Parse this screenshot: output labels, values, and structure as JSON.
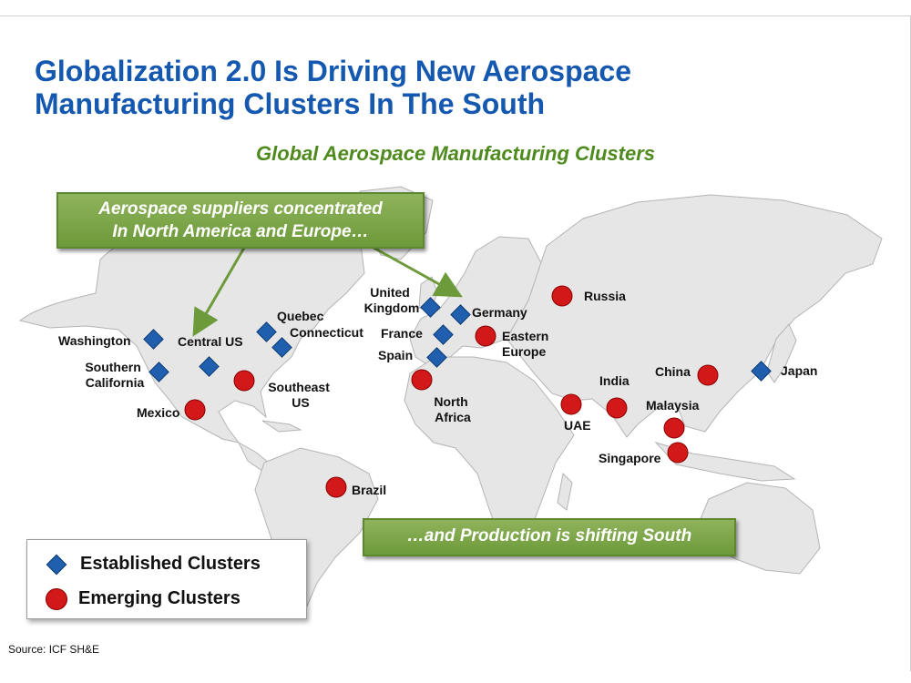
{
  "title_lines": [
    "Globalization 2.0 Is Driving New Aerospace",
    "Manufacturing Clusters In The South"
  ],
  "subtitle": "Global Aerospace Manufacturing Clusters",
  "callout_top_lines": [
    "Aerospace suppliers concentrated",
    "In North America and Europe…"
  ],
  "callout_bottom": "…and Production is shifting South",
  "legend": {
    "established": "Established Clusters",
    "emerging": "Emerging Clusters"
  },
  "source": "Source: ICF SH&E",
  "colors": {
    "title": "#1558b0",
    "subtitle": "#4e8a1e",
    "established": "#1f5fae",
    "emerging": "#d21818",
    "callout": "#7aa646",
    "land": "#e6e6e6"
  },
  "markers": {
    "established": [
      {
        "id": "washington",
        "label_lines": [
          "Washington"
        ]
      },
      {
        "id": "southern-california",
        "label_lines": [
          "Southern",
          "California"
        ]
      },
      {
        "id": "central-us",
        "label_lines": [
          "Central US"
        ]
      },
      {
        "id": "quebec",
        "label_lines": [
          "Quebec"
        ]
      },
      {
        "id": "connecticut",
        "label_lines": [
          "Connecticut"
        ]
      },
      {
        "id": "united-kingdom",
        "label_lines": [
          "United",
          "Kingdom"
        ]
      },
      {
        "id": "germany",
        "label_lines": [
          "Germany"
        ]
      },
      {
        "id": "france",
        "label_lines": [
          "France"
        ]
      },
      {
        "id": "spain",
        "label_lines": [
          "Spain"
        ]
      },
      {
        "id": "japan",
        "label_lines": [
          "Japan"
        ]
      }
    ],
    "emerging": [
      {
        "id": "southeast-us",
        "label_lines": [
          "Southeast",
          "US"
        ]
      },
      {
        "id": "mexico",
        "label_lines": [
          "Mexico"
        ]
      },
      {
        "id": "brazil",
        "label_lines": [
          "Brazil"
        ]
      },
      {
        "id": "north-africa",
        "label_lines": [
          "North",
          "Africa"
        ]
      },
      {
        "id": "eastern-europe",
        "label_lines": [
          "Eastern",
          "Europe"
        ]
      },
      {
        "id": "russia",
        "label_lines": [
          "Russia"
        ]
      },
      {
        "id": "uae",
        "label_lines": [
          "UAE"
        ]
      },
      {
        "id": "india",
        "label_lines": [
          "India"
        ]
      },
      {
        "id": "china",
        "label_lines": [
          "China"
        ]
      },
      {
        "id": "malaysia",
        "label_lines": [
          "Malaysia"
        ]
      },
      {
        "id": "singapore",
        "label_lines": [
          "Singapore"
        ]
      }
    ]
  }
}
